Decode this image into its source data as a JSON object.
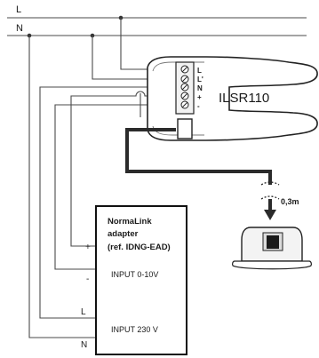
{
  "bus": {
    "line_label": "L",
    "neutral_label": "N"
  },
  "device": {
    "name": "ILSR110",
    "terminals": [
      "L",
      "L'",
      "N",
      "+",
      "-"
    ]
  },
  "adapter": {
    "title_line1": "NormaLink",
    "title_line2": "adapter",
    "title_line3": "(ref. IDNG-EAD)",
    "input_dc_label": "INPUT 0-10V",
    "input_ac_label": "INPUT 230 V",
    "plus_label": "+",
    "minus_label": "-",
    "l_label": "L",
    "n_label": "N"
  },
  "sensor": {
    "cable_length": "0,3m"
  },
  "colors": {
    "wire": "#4a4a4a",
    "cable": "#2b2b2b",
    "device_body": "#ffffff"
  }
}
